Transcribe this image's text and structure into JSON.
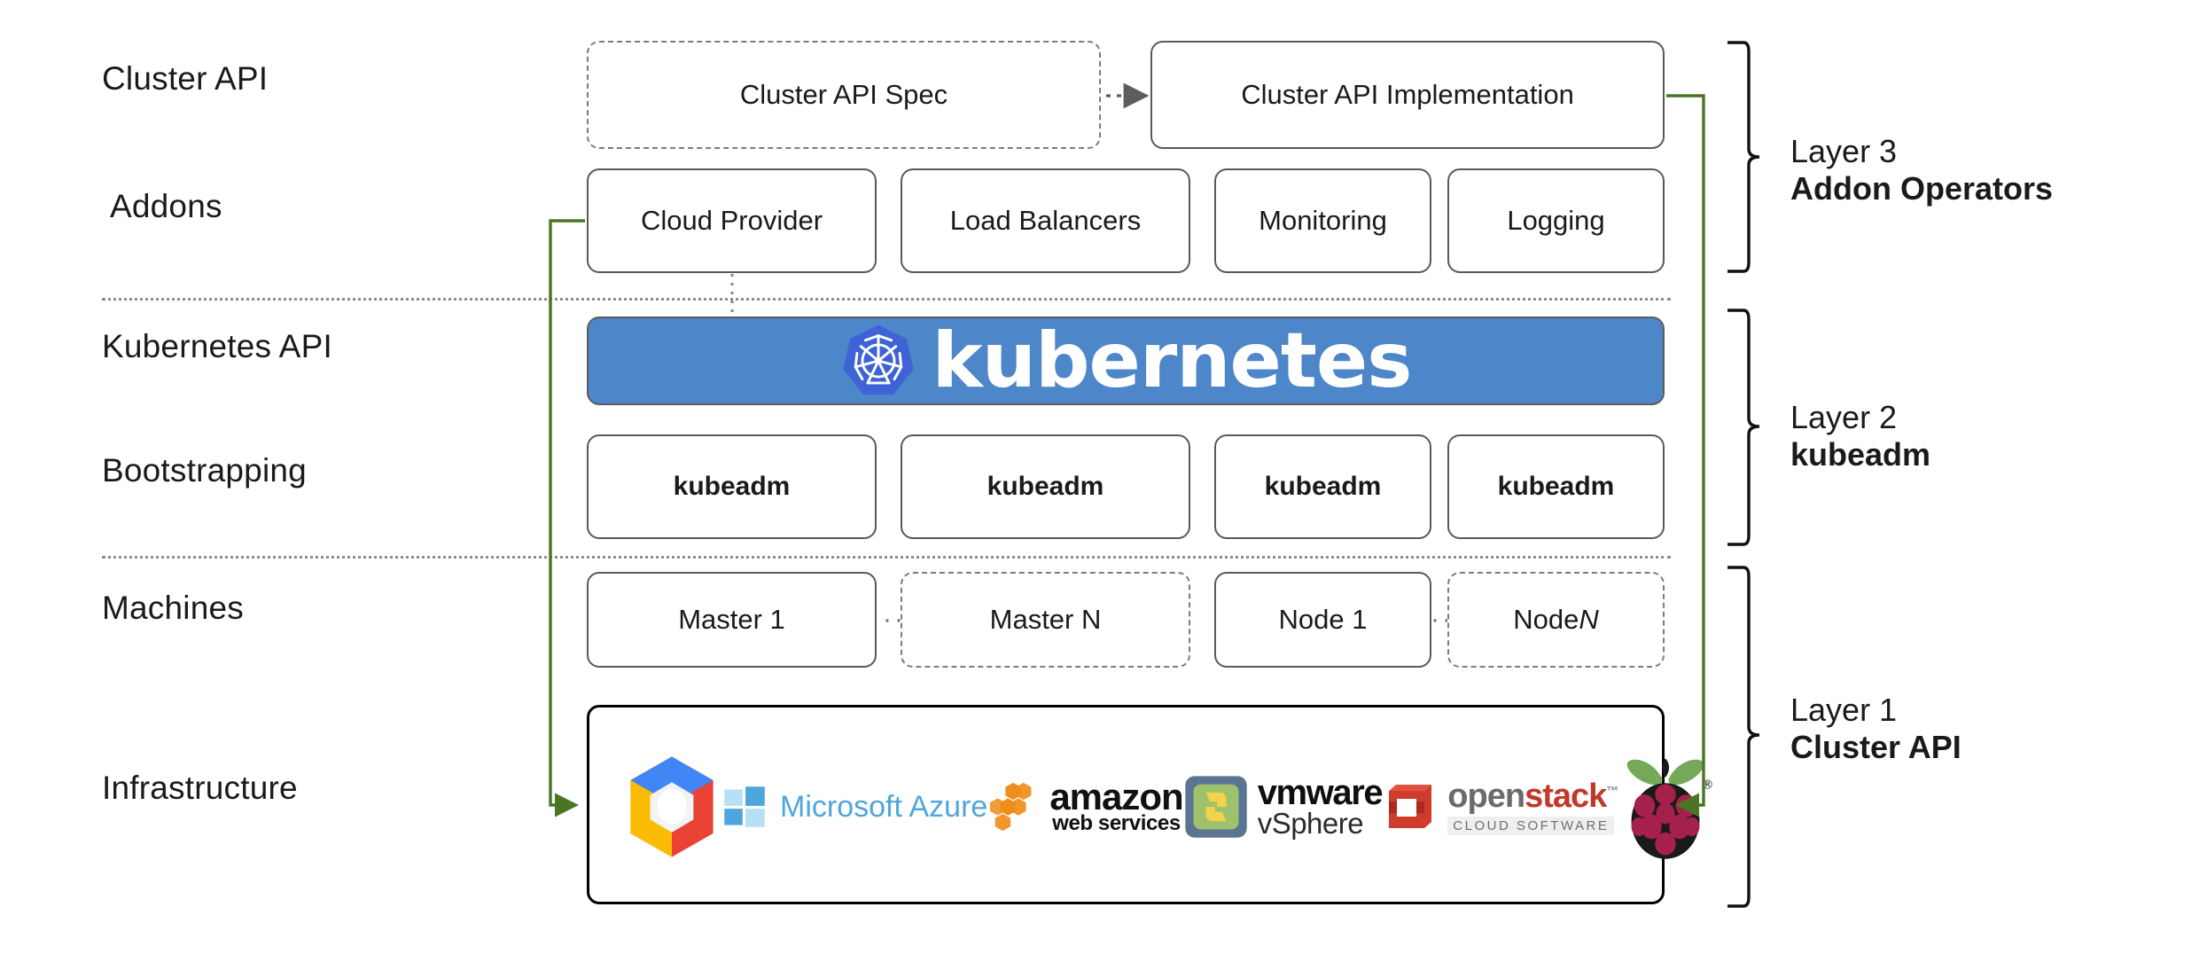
{
  "diagram": {
    "title": "Kubernetes Cluster API layered architecture",
    "row_labels": [
      {
        "id": "cluster-api",
        "text": "Cluster API"
      },
      {
        "id": "addons",
        "text": "Addons"
      },
      {
        "id": "kubernetes-api",
        "text": "Kubernetes API"
      },
      {
        "id": "bootstrapping",
        "text": "Bootstrapping"
      },
      {
        "id": "machines",
        "text": "Machines"
      },
      {
        "id": "infrastructure",
        "text": "Infrastructure"
      }
    ],
    "cluster_api_row": {
      "spec_box": "Cluster API Spec",
      "implementation_box": "Cluster API Implementation"
    },
    "addons_row": {
      "boxes": [
        "Cloud Provider",
        "Load Balancers",
        "Monitoring",
        "Logging"
      ]
    },
    "kubernetes_banner": {
      "wordmark": "kubernetes",
      "icon": "kubernetes-helm-wheel",
      "background_color": "#4d86c9",
      "icon_background_color": "#3f63d6",
      "text_color": "#ffffff"
    },
    "bootstrapping_row": {
      "boxes": [
        "kubeadm",
        "kubeadm",
        "kubeadm",
        "kubeadm"
      ]
    },
    "machines_row": {
      "boxes": [
        {
          "label": "Master 1",
          "style": "solid"
        },
        {
          "label": "Master N",
          "style": "dashed"
        },
        {
          "label": "Node 1",
          "style": "solid"
        },
        {
          "label_prefix": "Node ",
          "label_italic": "N",
          "style": "dashed"
        }
      ],
      "ellipsis": "···"
    },
    "infrastructure_row": {
      "logos": [
        {
          "name": "google-cloud-platform-logo",
          "alt": "Google Cloud Platform"
        },
        {
          "name": "microsoft-azure-logo",
          "alt": "Microsoft Azure",
          "text": "Microsoft Azure"
        },
        {
          "name": "amazon-web-services-logo",
          "alt": "amazon web services",
          "line1": "amazon",
          "line2": "web services"
        },
        {
          "name": "vmware-vsphere-logo",
          "alt": "vmware vSphere",
          "line1": "vmware",
          "line2": "vSphere"
        },
        {
          "name": "openstack-logo",
          "alt": "openstack cloud software",
          "line1a": "open",
          "line1b": "stack",
          "line2": "CLOUD SOFTWARE"
        },
        {
          "name": "raspberry-pi-logo",
          "alt": "Raspberry Pi"
        }
      ]
    },
    "layers": [
      {
        "id": "layer-3",
        "number": "Layer 3",
        "name": "Addon Operators"
      },
      {
        "id": "layer-2",
        "number": "Layer 2",
        "name": "kubeadm"
      },
      {
        "id": "layer-1",
        "number": "Layer 1",
        "name": "Cluster API"
      }
    ],
    "connectors": {
      "spec_to_implementation": "dotted-arrow-right",
      "cloud_provider_to_kubernetes": "dotted-vertical",
      "cloud_provider_to_infrastructure": "green-arrow-left-rail",
      "implementation_to_infrastructure": "green-arrow-right-rail",
      "green_color": "#4a7524",
      "dotted_color": "#8d8d8d"
    }
  }
}
